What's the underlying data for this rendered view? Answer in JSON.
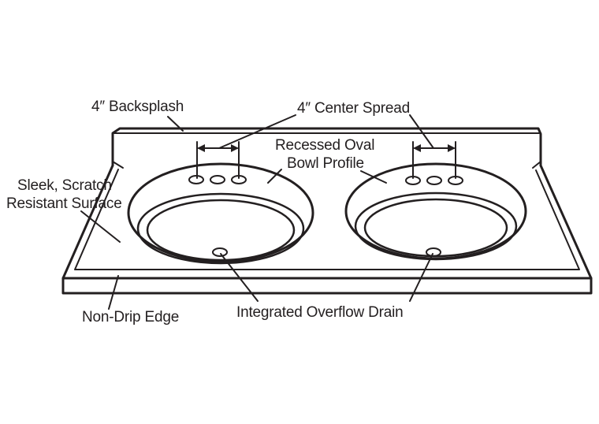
{
  "labels": {
    "backsplash": "4″ Backsplash",
    "center_spread": "4″ Center Spread",
    "bowl_line1": "Recessed Oval",
    "bowl_line2": "Bowl Profile",
    "surface_line1": "Sleek, Scratch",
    "surface_line2": "Resistant Surface",
    "edge": "Non-Drip Edge",
    "drain": "Integrated Overflow Drain"
  },
  "colors": {
    "line": "#231f20",
    "background": "#ffffff"
  }
}
